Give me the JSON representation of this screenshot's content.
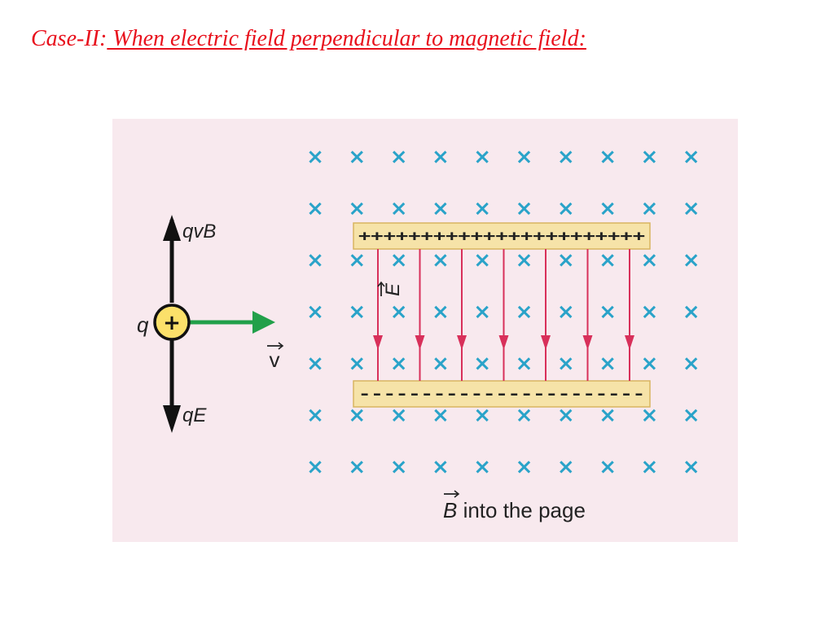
{
  "heading": {
    "case_label": "Case-II:",
    "title": " When electric field perpendicular to magnetic field:"
  },
  "diagram": {
    "charge_label": "q",
    "charge_sign": "+",
    "force_up_label": "qvB",
    "force_down_label": "qE",
    "velocity_label": "v",
    "electric_field_label": "E",
    "top_plate_charges": "+++++++++++++++++++++++",
    "bottom_plate_charges": "-----------------------",
    "magnetic_field_symbol": "B",
    "magnetic_field_caption": " into the page",
    "colors": {
      "background": "#f8e9ee",
      "cross": "#2aa3c9",
      "field_line": "#d8305a",
      "plate": "#f6e3a8",
      "plate_border": "#d8b560",
      "velocity_arrow": "#22a04a",
      "charge_fill": "#fbe06a",
      "heading": "#e8101c"
    }
  }
}
